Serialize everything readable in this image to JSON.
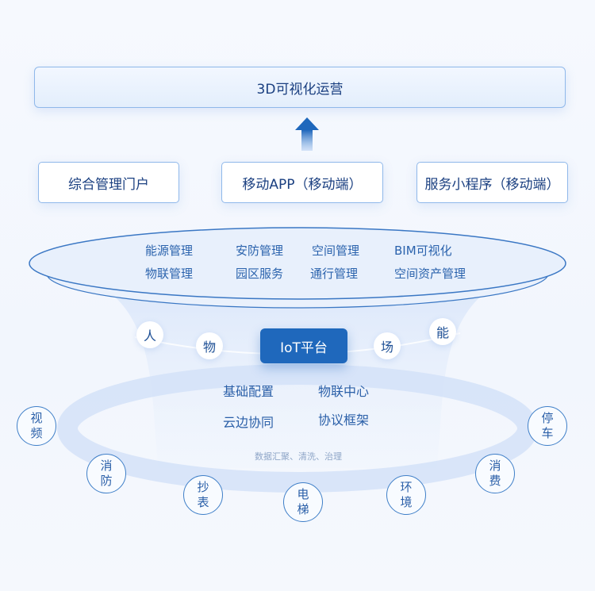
{
  "top": {
    "label": "3D可视化运营"
  },
  "portals": [
    "综合管理门户",
    "移动APP（移动端）",
    "服务小程序（移动端）"
  ],
  "modules": [
    [
      "能源管理",
      "安防管理",
      "空间管理",
      "BIM可视化"
    ],
    [
      "物联管理",
      "园区服务",
      "通行管理",
      "空间资产管理"
    ]
  ],
  "platform": {
    "label": "IoT平台",
    "dims": [
      "人",
      "物",
      "场",
      "能"
    ]
  },
  "core": [
    "基础配置",
    "物联中心",
    "云边协同",
    "协议框架"
  ],
  "data_note": "数据汇聚、清洗、治理",
  "devices": [
    [
      "视",
      "频"
    ],
    [
      "消",
      "防"
    ],
    [
      "抄",
      "表"
    ],
    [
      "电",
      "梯"
    ],
    [
      "环",
      "境"
    ],
    [
      "消",
      "费"
    ],
    [
      "停",
      "车"
    ]
  ]
}
